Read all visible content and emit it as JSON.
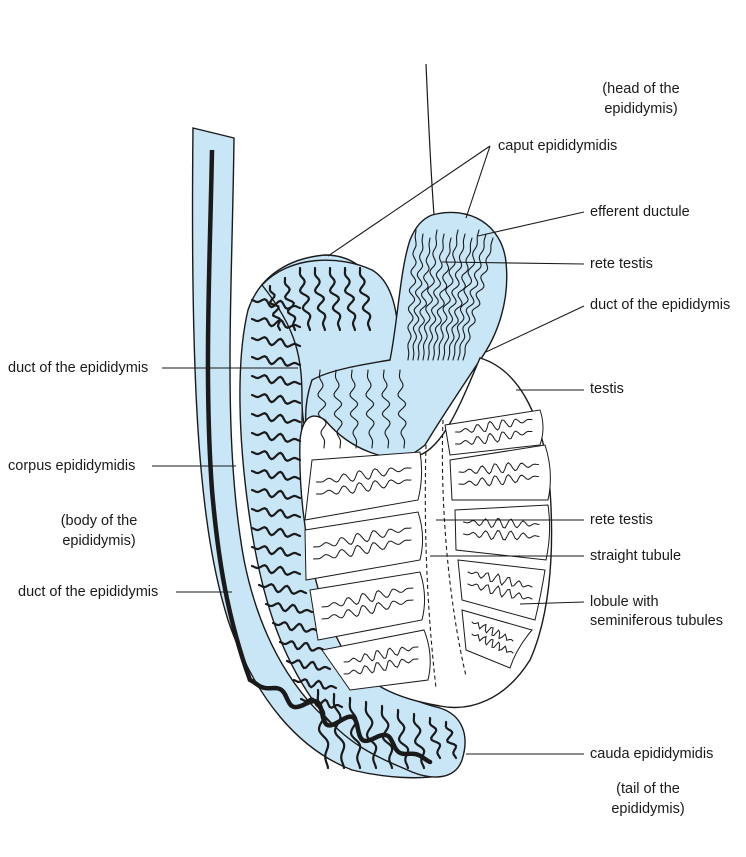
{
  "colors": {
    "fill": "#c9e6f7",
    "stroke": "#1a1a1a",
    "background": "#ffffff"
  },
  "labels": {
    "head_note_1": "(head of the",
    "head_note_2": "epididymis)",
    "caput_epididymidis": "caput epididymidis",
    "efferent_ductule": "efferent ductule",
    "rete_testis_upper": "rete testis",
    "duct_of_the_epididymis_right": "duct of the epididymis",
    "testis": "testis",
    "rete_testis_lower": "rete testis",
    "straight_tubule": "straight tubule",
    "lobule_1": "lobule with",
    "lobule_2": "seminiferous tubules",
    "cauda_epididymidis": "cauda epididymidis",
    "tail_note_1": "(tail of the",
    "tail_note_2": "epididymis)",
    "duct_of_the_epididymis_left_upper": "duct of the epididymis",
    "corpus_epididymidis": "corpus epididymidis",
    "body_note_1": "(body of the",
    "body_note_2": "epididymis)",
    "duct_of_the_epididymis_left_lower": "duct of the epididymis"
  }
}
